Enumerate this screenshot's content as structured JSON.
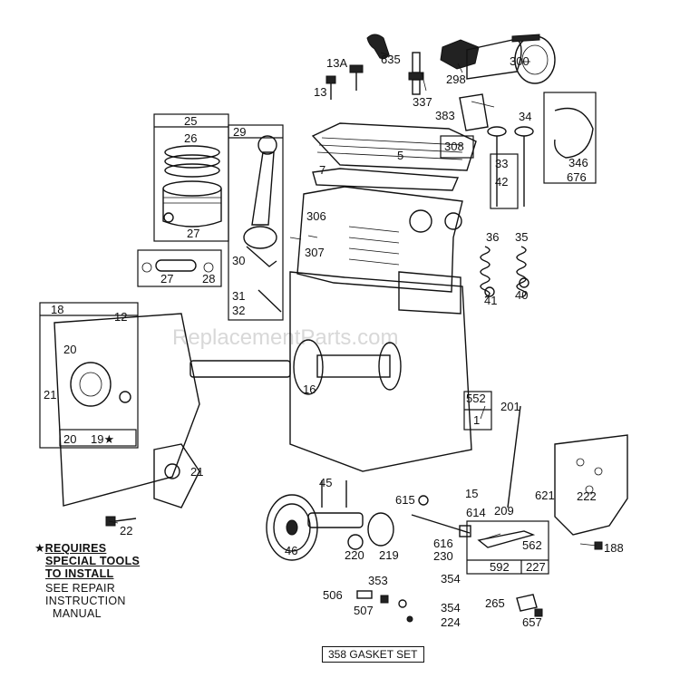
{
  "watermark": "ReplacementParts.com",
  "labels": [
    "13A",
    "635",
    "298",
    "300",
    "13",
    "337",
    "383",
    "34",
    "25",
    "29",
    "26",
    "308",
    "5",
    "7",
    "33",
    "42",
    "346",
    "676",
    "306",
    "307",
    "36",
    "35",
    "27",
    "27",
    "28",
    "30",
    "31",
    "32",
    "41",
    "40",
    "18",
    "12",
    "20",
    "21",
    "20",
    "19★",
    "16",
    "552",
    "1",
    "201",
    "21",
    "45",
    "615",
    "15",
    "209",
    "621",
    "222",
    "46",
    "220",
    "219",
    "614",
    "616",
    "230",
    "562",
    "592",
    "227",
    "188",
    "22",
    "506",
    "353",
    "507",
    "354",
    "354",
    "224",
    "265",
    "657"
  ],
  "note": {
    "line1": "REQUIRES",
    "line2": "SPECIAL TOOLS",
    "line3": "TO INSTALL",
    "line4": "SEE REPAIR",
    "line5": "INSTRUCTION",
    "line6": "MANUAL",
    "star": "★"
  },
  "gasket_set": "358 GASKET SET"
}
